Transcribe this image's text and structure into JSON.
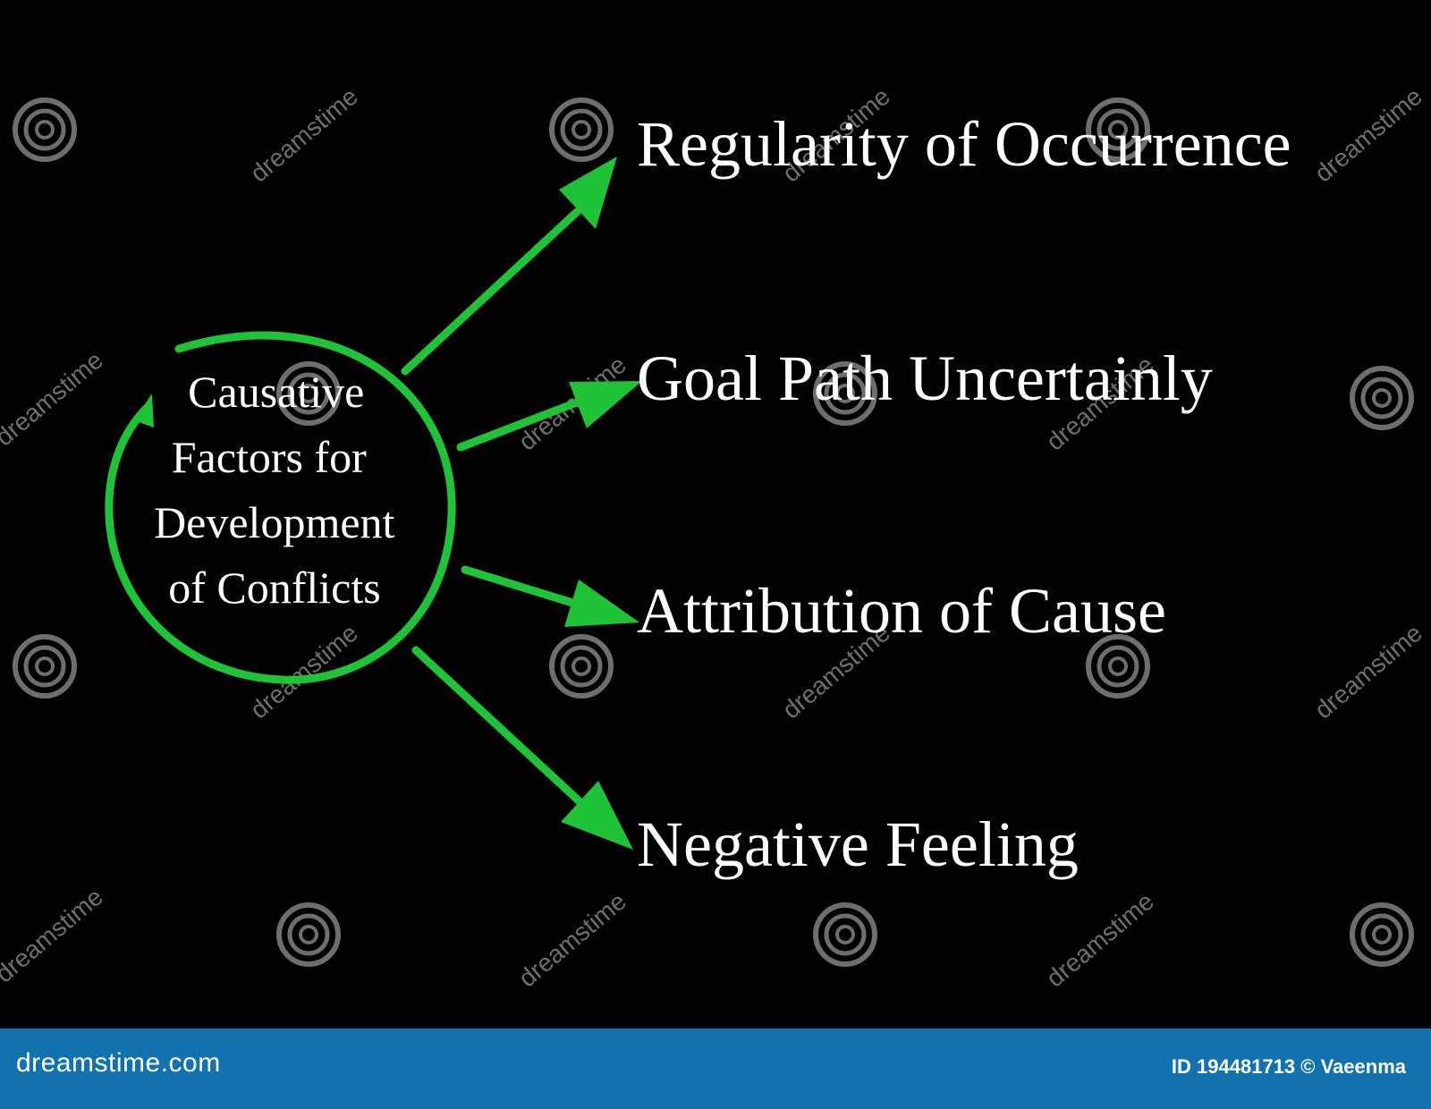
{
  "diagram": {
    "center_label_lines": [
      "Causative",
      "Factors for",
      "Development",
      "of Conflicts"
    ],
    "branches": [
      {
        "label": "Regularity of Occurrence"
      },
      {
        "label": "Goal Path Uncertainly"
      },
      {
        "label": "Attribution of Cause"
      },
      {
        "label": "Negative Feeling"
      }
    ],
    "colors": {
      "background": "#000000",
      "accent_green": "#1ec338",
      "text": "#ffffff",
      "footer": "#1272ae",
      "watermark": "#8a8a8a"
    }
  },
  "watermark": {
    "text": "dreamstime"
  },
  "footer": {
    "site": "dreamstime.com",
    "credit": "ID 194481713 © Vaeenma"
  }
}
